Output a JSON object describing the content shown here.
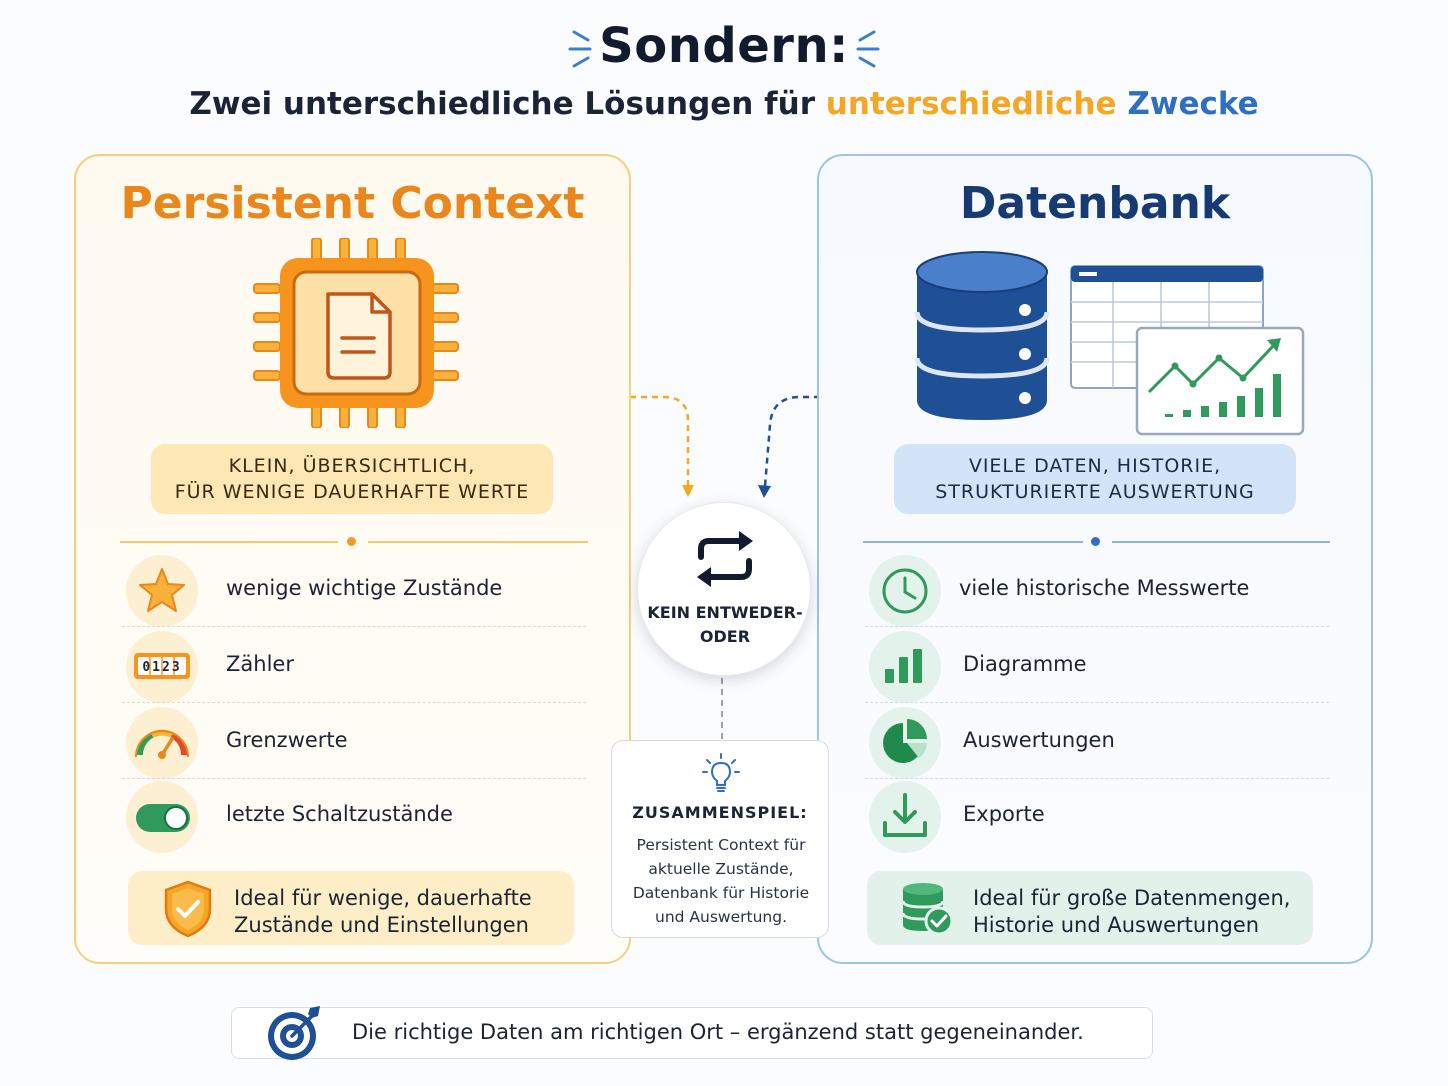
{
  "header": {
    "title": "Sondern:",
    "subtitle_part1": "Zwei unterschiedliche Lösungen für ",
    "subtitle_part2": "unterschiedliche",
    "subtitle_part3": " ",
    "subtitle_part4": "Zwecke"
  },
  "left": {
    "title": "Persistent Context",
    "tag_line1": "KLEIN, ÜBERSICHTLICH,",
    "tag_line2": "FÜR WENIGE DAUERHAFTE WERTE",
    "items": [
      {
        "label": "wenige wichtige Zustände",
        "icon": "star-icon"
      },
      {
        "label": "Zähler",
        "icon": "counter-icon",
        "counter_text": "0123"
      },
      {
        "label": "Grenzwerte",
        "icon": "gauge-icon"
      },
      {
        "label": "letzte Schaltzustände",
        "icon": "toggle-icon"
      }
    ],
    "bottom_line1": "Ideal für wenige, dauerhafte",
    "bottom_line2": "Zustände und Einstellungen",
    "accent": "#e9861c"
  },
  "right": {
    "title": "Datenbank",
    "tag_line1": "VIELE DATEN, HISTORIE,",
    "tag_line2": "STRUKTURIERTE AUSWERTUNG",
    "items": [
      {
        "label": "viele historische Messwerte",
        "icon": "clock-icon"
      },
      {
        "label": "Diagramme",
        "icon": "bar-chart-icon"
      },
      {
        "label": "Auswertungen",
        "icon": "pie-chart-icon"
      },
      {
        "label": "Exporte",
        "icon": "download-icon"
      }
    ],
    "bottom_line1": "Ideal für große Datenmengen,",
    "bottom_line2": "Historie und Auswertungen",
    "accent": "#173a72"
  },
  "center": {
    "label_line1": "KEIN ENTWEDER-",
    "label_line2": "ODER",
    "box_title": "ZUSAMMENSPIEL:",
    "box_line1": "Persistent Context für",
    "box_line2": "aktuelle Zustände,",
    "box_line3": "Datenbank für Historie",
    "box_line4": "und Auswertung."
  },
  "footer": {
    "text": "Die richtige Daten am richtigen Ort – ergänzend statt gegeneinander."
  }
}
